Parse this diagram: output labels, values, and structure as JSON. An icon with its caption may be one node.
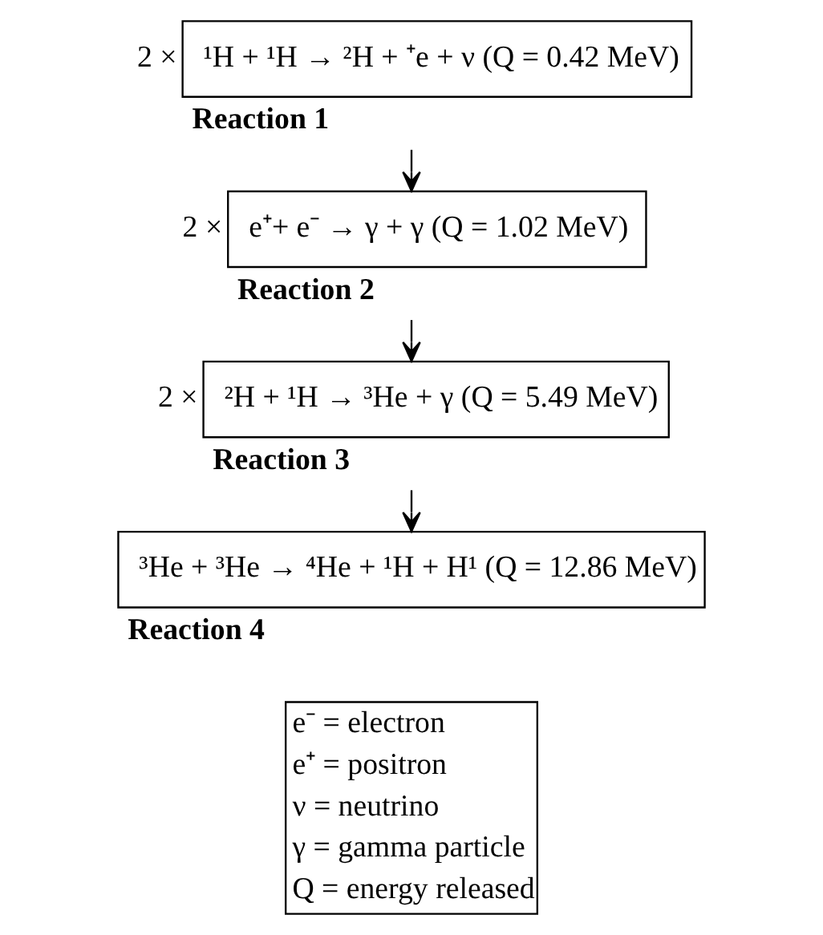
{
  "diagram": {
    "nodes": [
      {
        "text": [
          "¹H + ¹H → ²H + ⁺e + ν (Q = 0.42 MeV)",
          "Reaction 1"
        ],
        "beside": [
          "2 ×"
        ]
      },
      {
        "text": [
          "e⁺+ e⁻ → γ + γ (Q = 1.02 MeV)",
          "Reaction 2"
        ],
        "beside": [
          "2 ×"
        ]
      },
      {
        "text": [
          "²H + ¹H → ³He + γ (Q = 5.49 MeV)",
          "Reaction 3"
        ],
        "beside": [
          "2 ×"
        ]
      },
      {
        "text": [
          "³He + ³He → ⁴He + ¹H + H¹ (Q = 12.86 MeV)",
          "Reaction 4"
        ]
      },
      {
        "text": [
          "e⁻ = electron",
          "e⁺ = positron",
          "ν = neutrino",
          "γ = gamma particle",
          "Q = energy released"
        ]
      }
    ],
    "edges": [
      {
        "from": 0,
        "to": 1,
        "arrow": "to"
      },
      {
        "from": 1,
        "to": 2,
        "arrow": "to"
      },
      {
        "from": 2,
        "to": 3,
        "arrow": "to"
      }
    ]
  }
}
